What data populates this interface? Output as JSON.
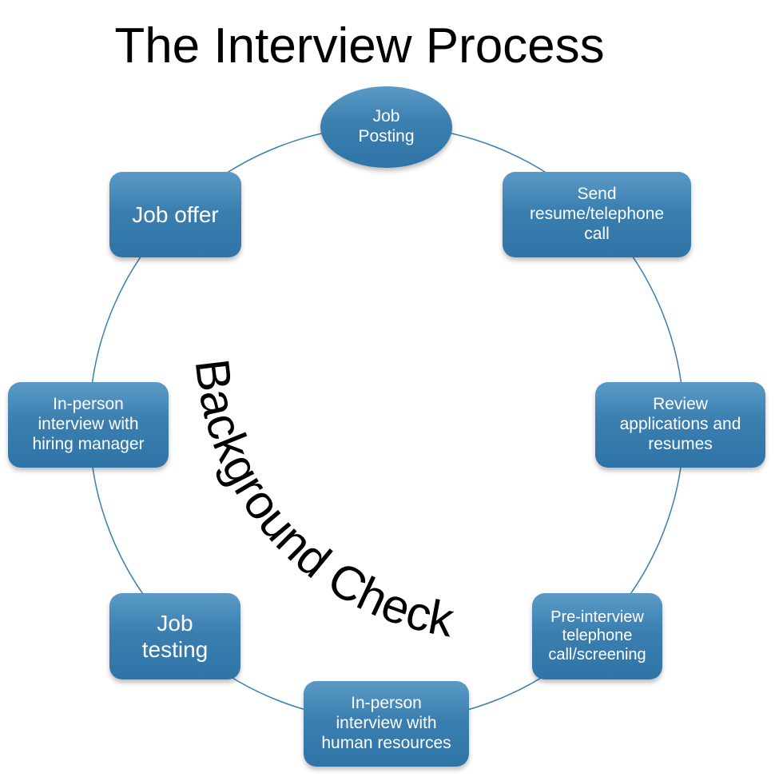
{
  "title": "The Interview Process",
  "nodes": [
    {
      "id": "job-posting",
      "label": "Job\nPosting"
    },
    {
      "id": "send-resume",
      "label": "Send\nresume/telephone\ncall"
    },
    {
      "id": "review",
      "label": "Review\napplications and\nresumes"
    },
    {
      "id": "pre-interview",
      "label": "Pre-interview\ntelephone\ncall/screening"
    },
    {
      "id": "hr-interview",
      "label": "In-person\ninterview with\nhuman resources"
    },
    {
      "id": "job-testing",
      "label": "Job\ntesting"
    },
    {
      "id": "manager-interview",
      "label": "In-person\ninterview with\nhiring manager"
    },
    {
      "id": "job-offer",
      "label": "Job offer"
    }
  ],
  "center_label": "Background Check",
  "colors": {
    "node_fill": "#3a7fb0",
    "ring_line": "#3a7fb0",
    "text_dark": "#000000",
    "node_text": "#ffffff"
  }
}
